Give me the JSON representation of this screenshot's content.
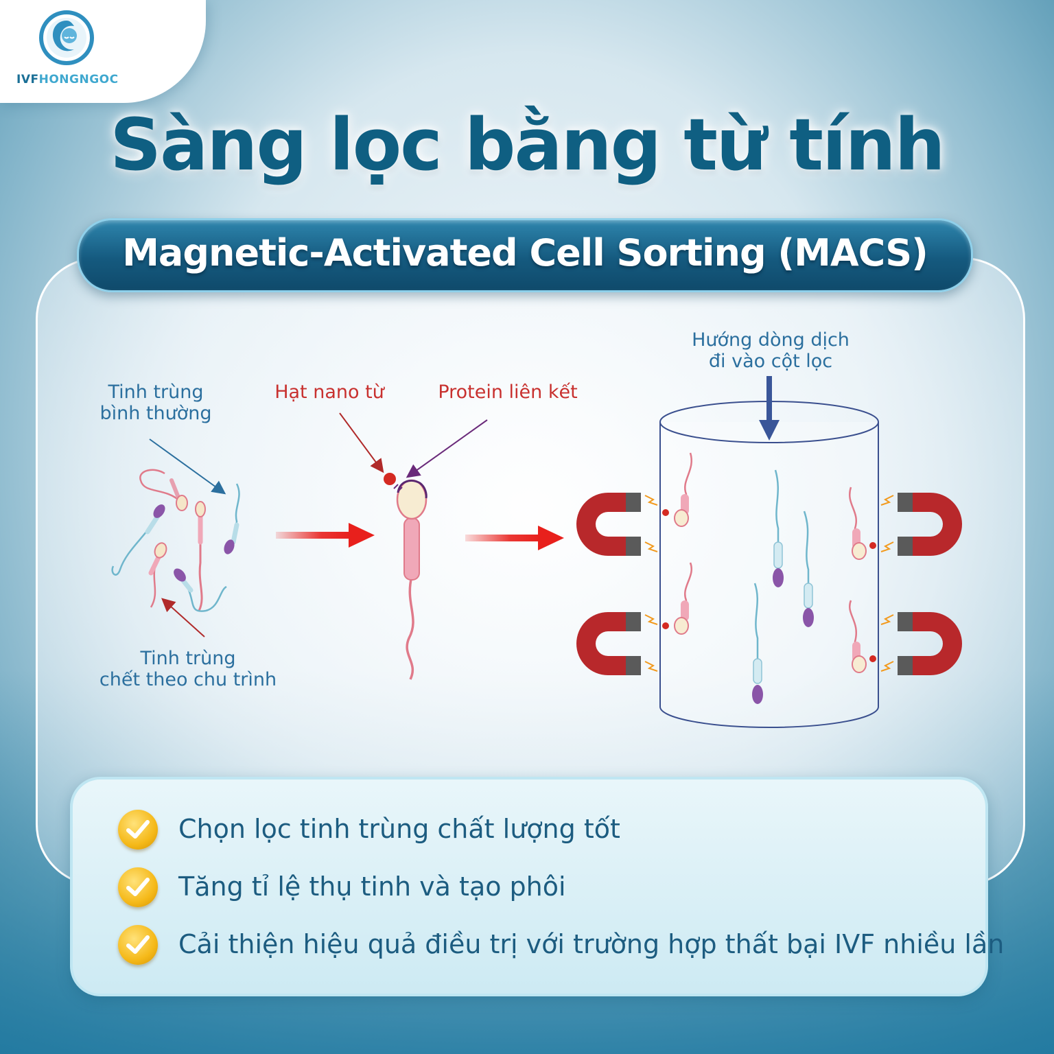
{
  "brand": {
    "name_part1": "IVF",
    "name_part2": "HONGNGOC"
  },
  "title": "Sàng lọc bằng từ tính",
  "subtitle": "Magnetic-Activated Cell Sorting (MACS)",
  "diagram": {
    "label_normal_sperm_line1": "Tinh trùng",
    "label_normal_sperm_line2": "bình thường",
    "label_dead_sperm_line1": "Tinh trùng",
    "label_dead_sperm_line2": "chết theo chu trình",
    "label_nanoparticle": "Hạt nano từ",
    "label_protein": "Protein liên kết",
    "label_flow_line1": "Hướng dòng dịch",
    "label_flow_line2": "đi vào cột lọc"
  },
  "benefits": [
    "Chọn lọc tinh trùng chất lượng tốt",
    "Tăng tỉ lệ thụ tinh và tạo phôi",
    "Cải thiện hiệu quả điều trị với trường hợp thất bại IVF nhiều lần"
  ],
  "colors": {
    "title": "#0f5f82",
    "label_blue": "#2b6f9e",
    "label_red": "#c8312f",
    "arrow_red": "#e8201c",
    "magnet": "#b8282b",
    "check_gold": "#f5b919"
  }
}
